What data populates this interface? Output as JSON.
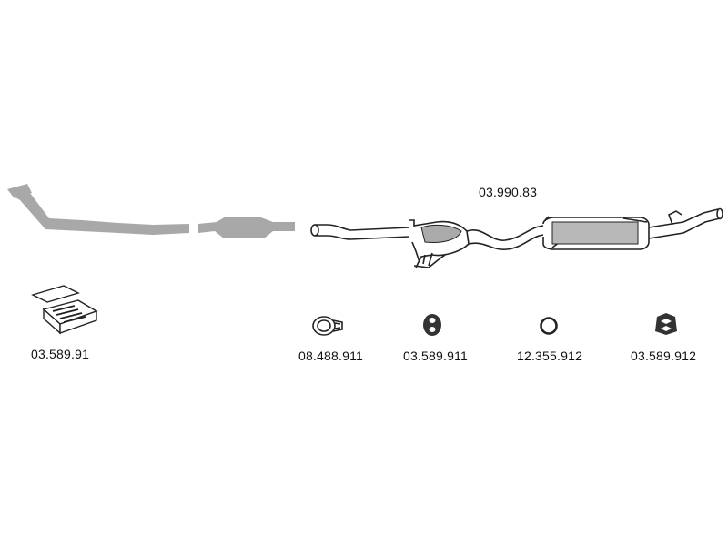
{
  "parts": {
    "main_system": {
      "number": "03.990.83"
    },
    "mounting_kit": {
      "number": "03.589.91"
    },
    "clamp": {
      "number": "08.488.911"
    },
    "hanger_1": {
      "number": "03.589.911"
    },
    "seal_ring": {
      "number": "12.355.912"
    },
    "hanger_2": {
      "number": "03.589.912"
    }
  },
  "colors": {
    "not_included_part": "#a8a8a8",
    "line": "#222222",
    "background": "#ffffff"
  },
  "icons": {
    "front_pipe": "front-pipe-icon",
    "catalytic_converter": "catalytic-converter-icon",
    "exhaust_system": "exhaust-system-icon",
    "mounting_kit": "mounting-kit-icon",
    "clamp": "clamp-icon",
    "hanger": "rubber-hanger-icon",
    "ring": "seal-ring-icon"
  }
}
